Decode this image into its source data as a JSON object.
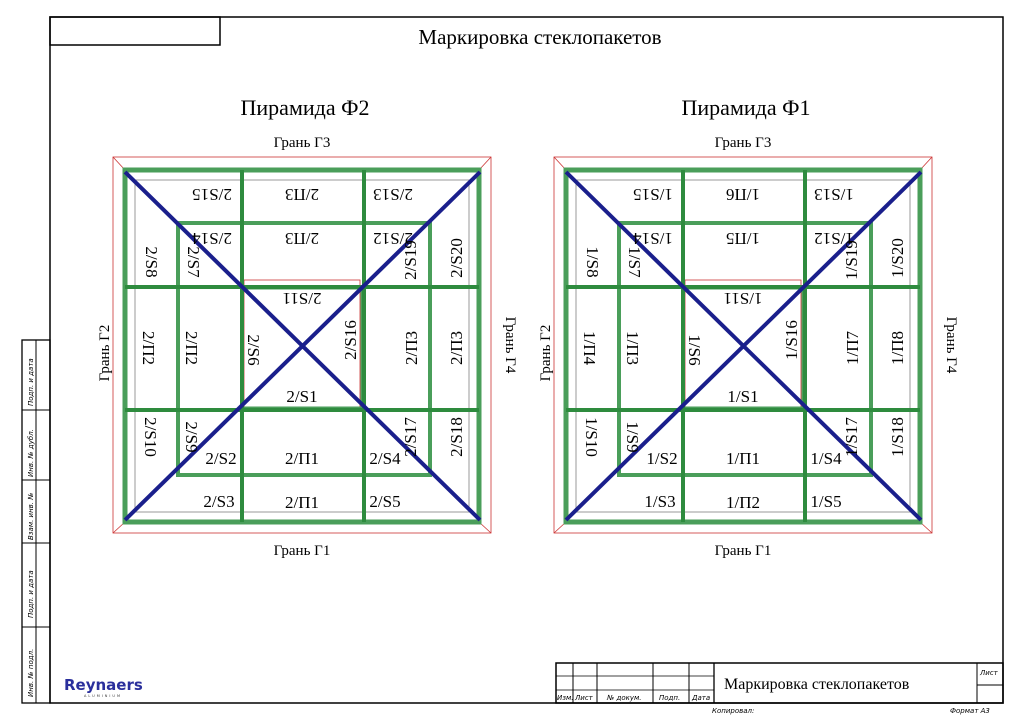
{
  "sheet_title": "Маркировка стеклопакетов",
  "colors": {
    "frame": "#2e8b3e",
    "frame_light": "#4a9e5a",
    "diagonal": "#1a1f8c",
    "outline": "#cc3333",
    "logo": "#2a2f9c"
  },
  "pyramids": [
    {
      "title": "Пирамида Ф2",
      "faces": {
        "top": "Грань Г3",
        "bottom": "Грань Г1",
        "left": "Грань Г2",
        "right": "Грань Г4"
      },
      "labels": [
        "2/S15",
        "2/П3",
        "2/S13",
        "2/S14",
        "2/П3",
        "2/S12",
        "2/S8",
        "2/S7",
        "2/S19",
        "2/S20",
        "2/S11",
        "2/П2",
        "2/П2",
        "2/S6",
        "2/S16",
        "2/П3",
        "2/П3",
        "2/S1",
        "2/S10",
        "2/S9",
        "2/S17",
        "2/S18",
        "2/S2",
        "2/П1",
        "2/S4",
        "2/S3",
        "2/П1",
        "2/S5"
      ]
    },
    {
      "title": "Пирамида Ф1",
      "faces": {
        "top": "Грань Г3",
        "bottom": "Грань Г1",
        "left": "Грань Г2",
        "right": "Грань Г4"
      },
      "labels": [
        "1/S15",
        "1/П6",
        "1/S13",
        "1/S14",
        "1/П5",
        "1/S12",
        "1/S8",
        "1/S7",
        "1/S19",
        "1/S20",
        "1/S11",
        "1/П4",
        "1/П3",
        "1/S6",
        "1/S16",
        "1/П7",
        "1/П8",
        "1/S1",
        "1/S10",
        "1/S9",
        "1/S17",
        "1/S18",
        "1/S2",
        "1/П1",
        "1/S4",
        "1/S3",
        "1/П2",
        "1/S5"
      ]
    }
  ],
  "side_stamp": [
    "Инв. № подл.",
    "Подп. и дата",
    "Взам. инв. №",
    "Инв. № дубл.",
    "Подп. и дата"
  ],
  "title_block": {
    "headers": [
      "Изм.",
      "Лист",
      "№ докум.",
      "Подп.",
      "Дата"
    ],
    "title": "Маркировка стеклопакетов",
    "sheet_label": "Лист",
    "copied": "Копировал:",
    "format": "Формат А3"
  },
  "logo": {
    "name": "Reynaers",
    "sub": "ALUMINIUM"
  }
}
